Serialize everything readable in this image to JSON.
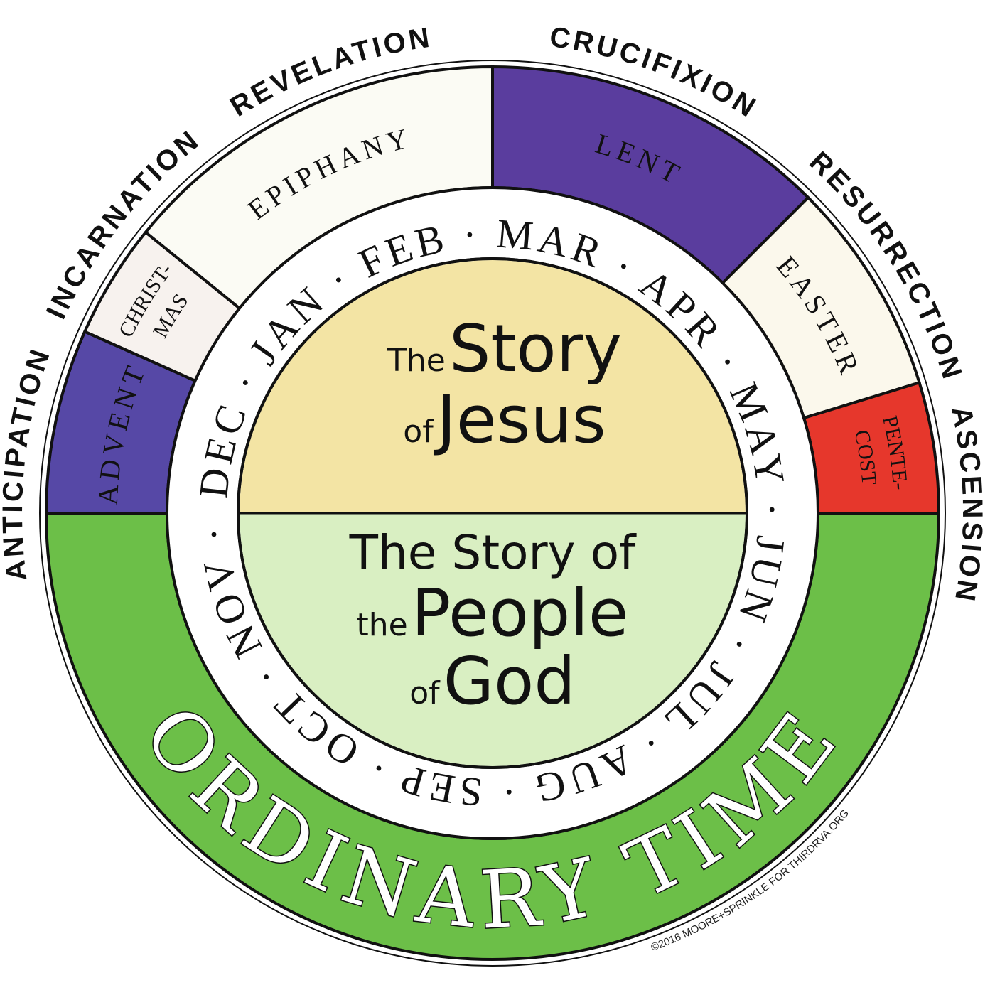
{
  "outer_labels": [
    {
      "text": "ANTICIPATION"
    },
    {
      "text": "INCARNATION"
    },
    {
      "text": "REVELATION"
    },
    {
      "text": "CRUCIFIXION"
    },
    {
      "text": "RESURRECTION"
    },
    {
      "text": "ASCENSION"
    }
  ],
  "seasons": {
    "advent": {
      "label": "ADVENT",
      "color": "#5648a6"
    },
    "christmas": {
      "line1": "CHRIST-",
      "line2": "MAS",
      "color": "#f7f2ee"
    },
    "epiphany": {
      "label": "EPIPHANY",
      "color": "#fbfbf4"
    },
    "lent": {
      "label": "LENT",
      "color": "#5a3d9e"
    },
    "easter": {
      "label": "EASTER",
      "color": "#fbf8ec"
    },
    "pentecost": {
      "line1": "PENTE-",
      "line2": "COST",
      "color": "#e6372c"
    },
    "ordinary": {
      "label": "ORDINARY TIME",
      "color": "#6cbf48"
    }
  },
  "months_text": "DEC · JAN · FEB · MAR · APR · MAY · JUN · JUL · AUG · SEP · OCT · NOV ·",
  "center": {
    "top": {
      "small1": "The",
      "big1": "Story",
      "small2": "of",
      "big2": "Jesus",
      "color": "#f3e4a4"
    },
    "bottom": {
      "line1": "The Story of",
      "small": "the",
      "big": "People",
      "small2": "of",
      "big2": "God",
      "color": "#d9efc2"
    }
  },
  "copyright": "©2016 MOORE+SPRINKLE  FOR THIRDRVA.ORG"
}
